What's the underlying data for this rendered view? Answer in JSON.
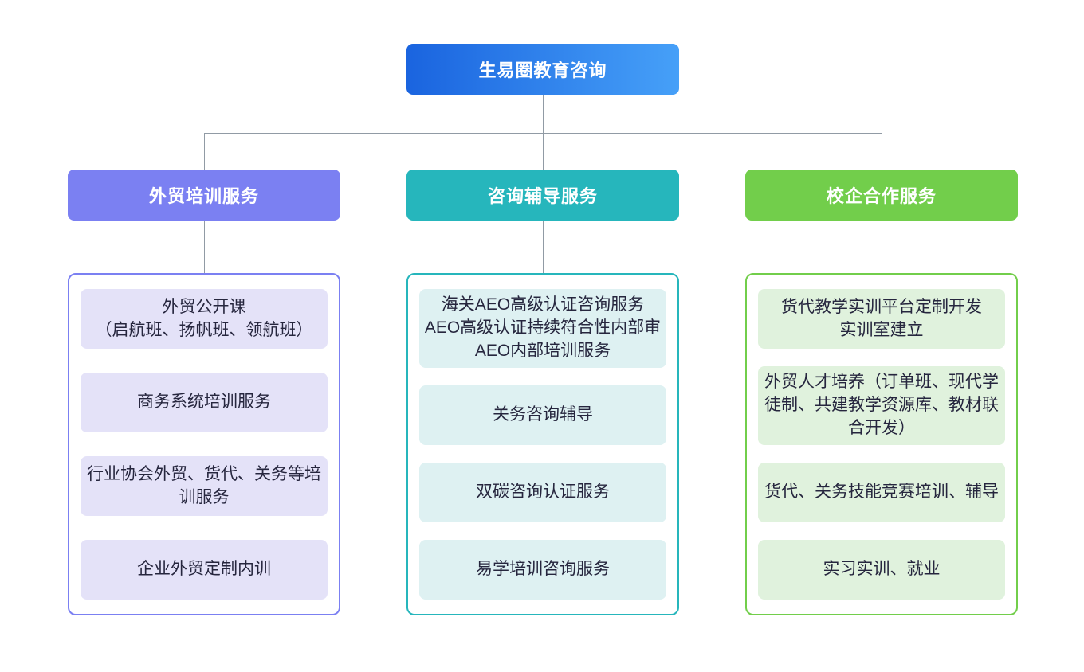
{
  "root": {
    "label": "生易圈教育咨询"
  },
  "branches": [
    {
      "label": "外贸培训服务",
      "items": [
        "外贸公开课\n（启航班、扬帆班、领航班）",
        "商务系统培训服务",
        "行业协会外贸、货代、关务等培训服务",
        "企业外贸定制内训"
      ]
    },
    {
      "label": "咨询辅导服务",
      "items": [
        "海关AEO高级认证咨询服务\nAEO高级认证持续符合性内部审\nAEO内部培训服务",
        "关务咨询辅导",
        "双碳咨询认证服务",
        "易学培训咨询服务"
      ]
    },
    {
      "label": "校企合作服务",
      "items": [
        "货代教学实训平台定制开发\n实训室建立",
        "外贸人才培养（订单班、现代学徒制、共建教学资源库、教材联合开发）",
        "货代、关务技能竞赛培训、辅导",
        "实习实训、就业"
      ]
    }
  ],
  "colors": {
    "root_gradient_start": "#1A64DF",
    "root_gradient_end": "#46A0F8",
    "branch_1": "#7B80F2",
    "branch_2": "#26B6BC",
    "branch_3": "#72CE4B",
    "branch_1_item_bg": "#E4E2F8",
    "branch_2_item_bg": "#DEF1F2",
    "branch_3_item_bg": "#E0F2DD",
    "connector": "#919BA5"
  }
}
